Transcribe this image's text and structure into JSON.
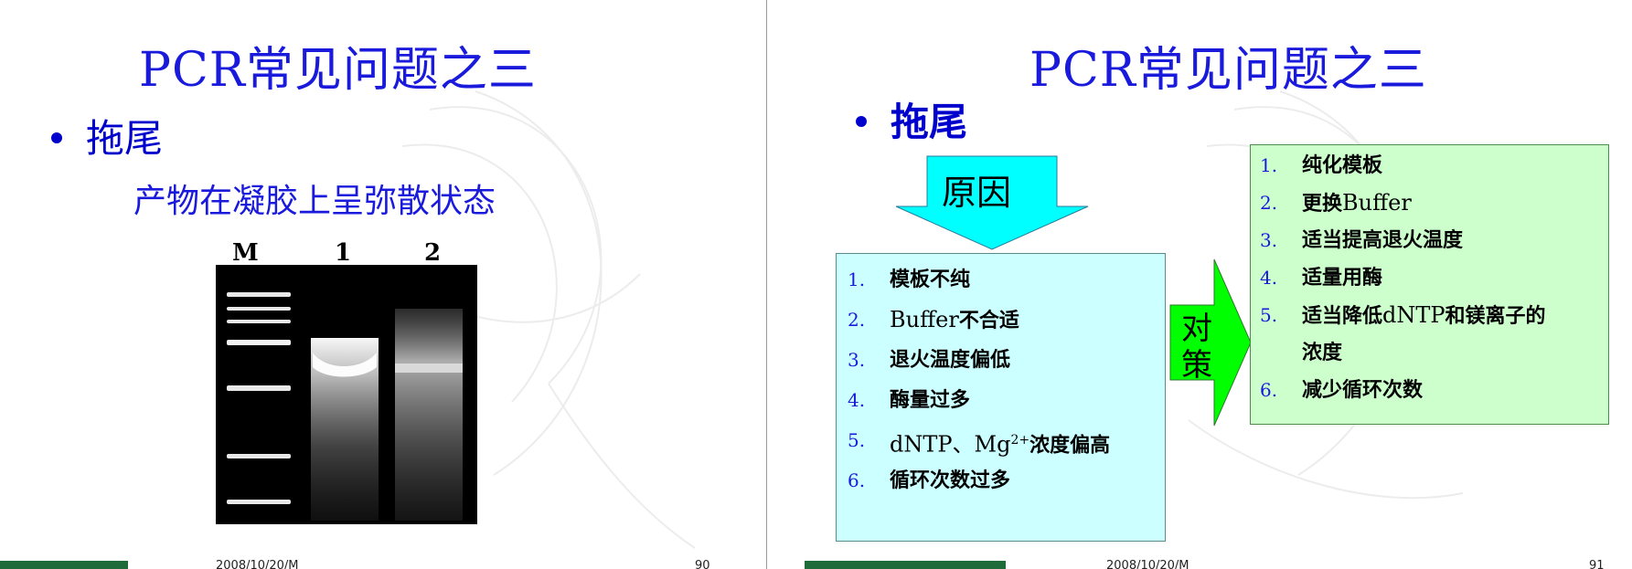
{
  "left_slide": {
    "title": "PCR常见问题之三",
    "bullet": "拖尾",
    "subtitle": "产物在凝胶上呈弥散状态",
    "gel": {
      "lane_labels": [
        "M",
        "1",
        "2"
      ]
    },
    "footer": {
      "date": "2008/10/20/M",
      "page": "90"
    }
  },
  "right_slide": {
    "title": "PCR常见问题之三",
    "bullet": "拖尾",
    "cause_label": "原因",
    "countermeasure_label": "对策",
    "causes": [
      {
        "num": "1.",
        "text": "模板不纯"
      },
      {
        "num": "2.",
        "text_latin": "Buffer",
        "text": "不合适"
      },
      {
        "num": "3.",
        "text": "退火温度偏低"
      },
      {
        "num": "4.",
        "text": "酶量过多"
      },
      {
        "num": "5.",
        "text_latin": "dNTP、Mg",
        "sup": "2+",
        "text": "浓度偏高"
      },
      {
        "num": "6.",
        "text": "循环次数过多"
      }
    ],
    "solutions": [
      {
        "num": "1.",
        "text": "纯化模板"
      },
      {
        "num": "2.",
        "text": "更换",
        "text_latin": "Buffer"
      },
      {
        "num": "3.",
        "text": "适当提高退火温度"
      },
      {
        "num": "4.",
        "text": "适量用酶"
      },
      {
        "num": "5.",
        "text": "适当降低",
        "text_latin": "dNTP",
        "text2": "和镁离子的"
      },
      {
        "num": "",
        "text": "浓度"
      },
      {
        "num": "6.",
        "text": "减少循环次数"
      }
    ],
    "footer": {
      "date": "2008/10/20/M",
      "page": "91"
    }
  },
  "colors": {
    "title": "#1a1adc",
    "cause_box": "#ccffff",
    "solution_box": "#ccffcc",
    "arrow_down": "#00ffff",
    "arrow_right": "#00ff00",
    "footer_bar": "#1f6b3a"
  }
}
